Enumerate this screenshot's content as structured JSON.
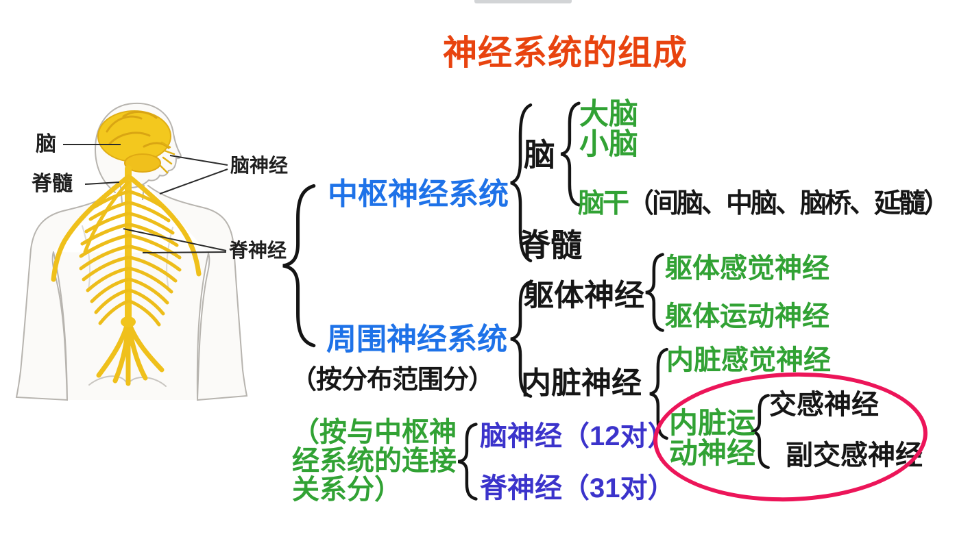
{
  "title": {
    "text": "神经系统的组成"
  },
  "colors": {
    "title_red": "#e8430f",
    "system_blue": "#1e72e8",
    "part_green": "#31a234",
    "nerve_purple": "#3b33cb",
    "highlight_pink": "#ec1559",
    "nerve_yellow": "#f1c41d"
  },
  "figure": {
    "labels": {
      "brain": "脑",
      "spinal_cord": "脊髓",
      "cranial_nerves": "脑神经",
      "spinal_nerves": "脊神经"
    }
  },
  "tree": {
    "central": {
      "label": "中枢神经系统",
      "brain": {
        "label": "脑",
        "children": [
          "大脑",
          "小脑"
        ],
        "brainstem": {
          "name": "脑干",
          "detail": "（间脑、中脑、脑桥、延髓）"
        }
      },
      "spinal_cord": "脊髓"
    },
    "peripheral": {
      "label": "周围神经系统",
      "note": "（按分布范围分）",
      "somatic": {
        "label": "躯体神经",
        "children": [
          "躯体感觉神经",
          "躯体运动神经"
        ]
      },
      "visceral": {
        "label": "内脏神经",
        "sensory": "内脏感觉神经",
        "motor": {
          "line1": "内脏运",
          "line2": "动神经",
          "children": [
            "交感神经",
            "副交感神经"
          ]
        }
      }
    },
    "by_connection": {
      "note_line1": "（按与中枢神",
      "note_line2": "经系统的连接",
      "note_line3": "关系分）",
      "cranial": "脑神经（12对）",
      "spinal": "脊神经（31对）"
    }
  }
}
